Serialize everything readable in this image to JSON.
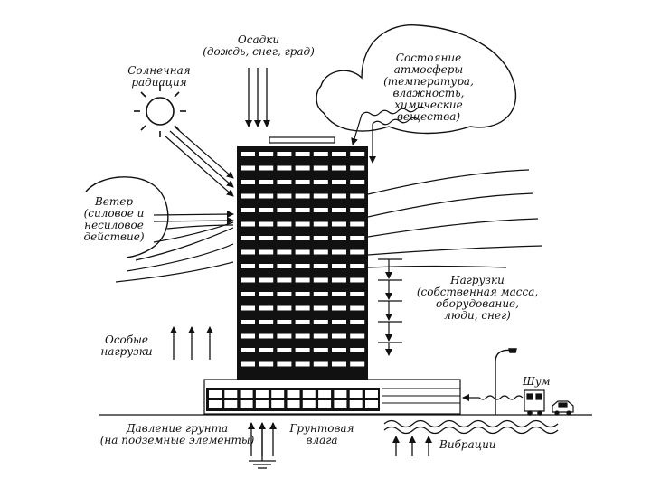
{
  "colors": {
    "ink": "#111111",
    "paper": "#ffffff"
  },
  "labels": {
    "precip": {
      "line1": "Осадки",
      "line2": "(дождь, снег, град)"
    },
    "solar": {
      "line1": "Солнечная",
      "line2": "радиация"
    },
    "atmosphere": {
      "line1": "Состояние",
      "line2": "атмосферы",
      "line3": "(температура,",
      "line4": "влажность,",
      "line5": "химические",
      "line6": "вещества)"
    },
    "wind": {
      "line1": "Ветер",
      "line2": "(силовое и",
      "line3": "несиловое",
      "line4": "действие)"
    },
    "loads": {
      "line1": "Нагрузки",
      "line2": "(собственная масса,",
      "line3": "оборудование,",
      "line4": "люди, снег)"
    },
    "special": {
      "line1": "Особые",
      "line2": "нагрузки"
    },
    "noise": "Шум",
    "soil": {
      "line1": "Давление грунта",
      "line2": "(на подземные элементы)"
    },
    "groundwater": {
      "line1": "Грунтовая",
      "line2": "влага"
    },
    "vibration": "Вибрации"
  },
  "icons": [
    "sun-icon",
    "cloud-icon",
    "street-lamp-icon",
    "bus-icon",
    "car-icon",
    "ground-symbol-icon"
  ]
}
